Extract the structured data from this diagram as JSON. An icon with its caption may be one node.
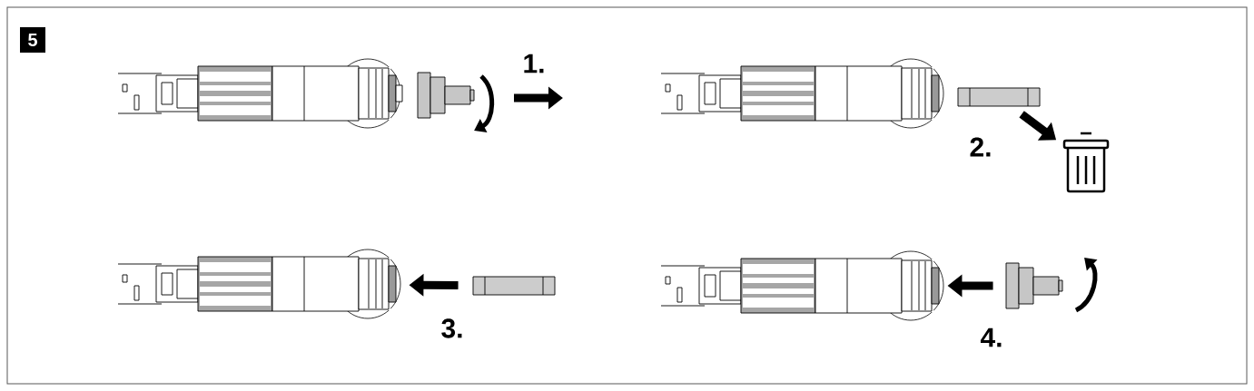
{
  "diagram": {
    "nodes": [
      {
        "text": [],
        "shape": "picture"
      },
      {
        "text": [],
        "shape": "picture"
      },
      {
        "text": [],
        "shape": "picture"
      },
      {
        "text": [],
        "shape": "picture"
      },
      {
        "text": [],
        "shape": "picture"
      },
      {
        "text": [],
        "shape": "picture"
      },
      {
        "text": [],
        "shape": "picture"
      },
      {
        "text": [],
        "shape": "picture"
      },
      {
        "text": [],
        "shape": "picture"
      }
    ],
    "edges": [
      {
        "from": 3,
        "to": 4,
        "arrow": "to"
      },
      {
        "from": 6,
        "to": 5,
        "arrow": "to"
      },
      {
        "from": 8,
        "to": 7,
        "arrow": "to"
      }
    ],
    "labels": [
      "5",
      "1.",
      "2.",
      "3.",
      "4."
    ]
  }
}
